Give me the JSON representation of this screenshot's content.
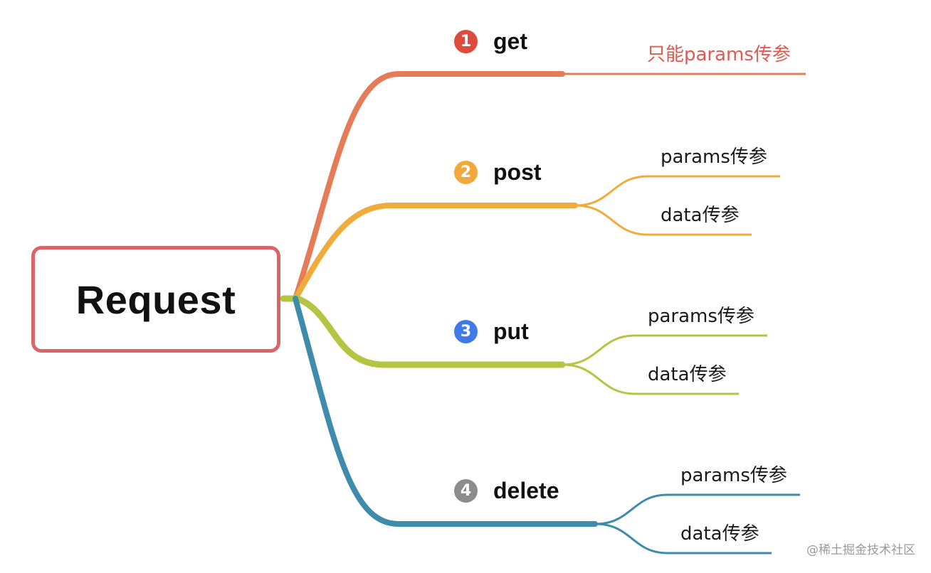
{
  "root": {
    "label": "Request",
    "border_color": "#d96568"
  },
  "branches": [
    {
      "number": "1",
      "label": "get",
      "color": "#e47d57",
      "badge_color": "#de4b3c",
      "leaves": [
        {
          "label": "只能params传参",
          "accent": true
        }
      ]
    },
    {
      "number": "2",
      "label": "post",
      "color": "#efac3d",
      "badge_color": "#f0a93a",
      "leaves": [
        {
          "label": "params传参"
        },
        {
          "label": "data传参"
        }
      ]
    },
    {
      "number": "3",
      "label": "put",
      "color": "#b5c442",
      "badge_color": "#3f7ae6",
      "leaves": [
        {
          "label": "params传参"
        },
        {
          "label": "data传参"
        }
      ]
    },
    {
      "number": "4",
      "label": "delete",
      "color": "#3f8bab",
      "badge_color": "#8c8c8c",
      "leaves": [
        {
          "label": "params传参"
        },
        {
          "label": "data传参"
        }
      ]
    }
  ],
  "watermark": "@稀土掘金技术社区"
}
